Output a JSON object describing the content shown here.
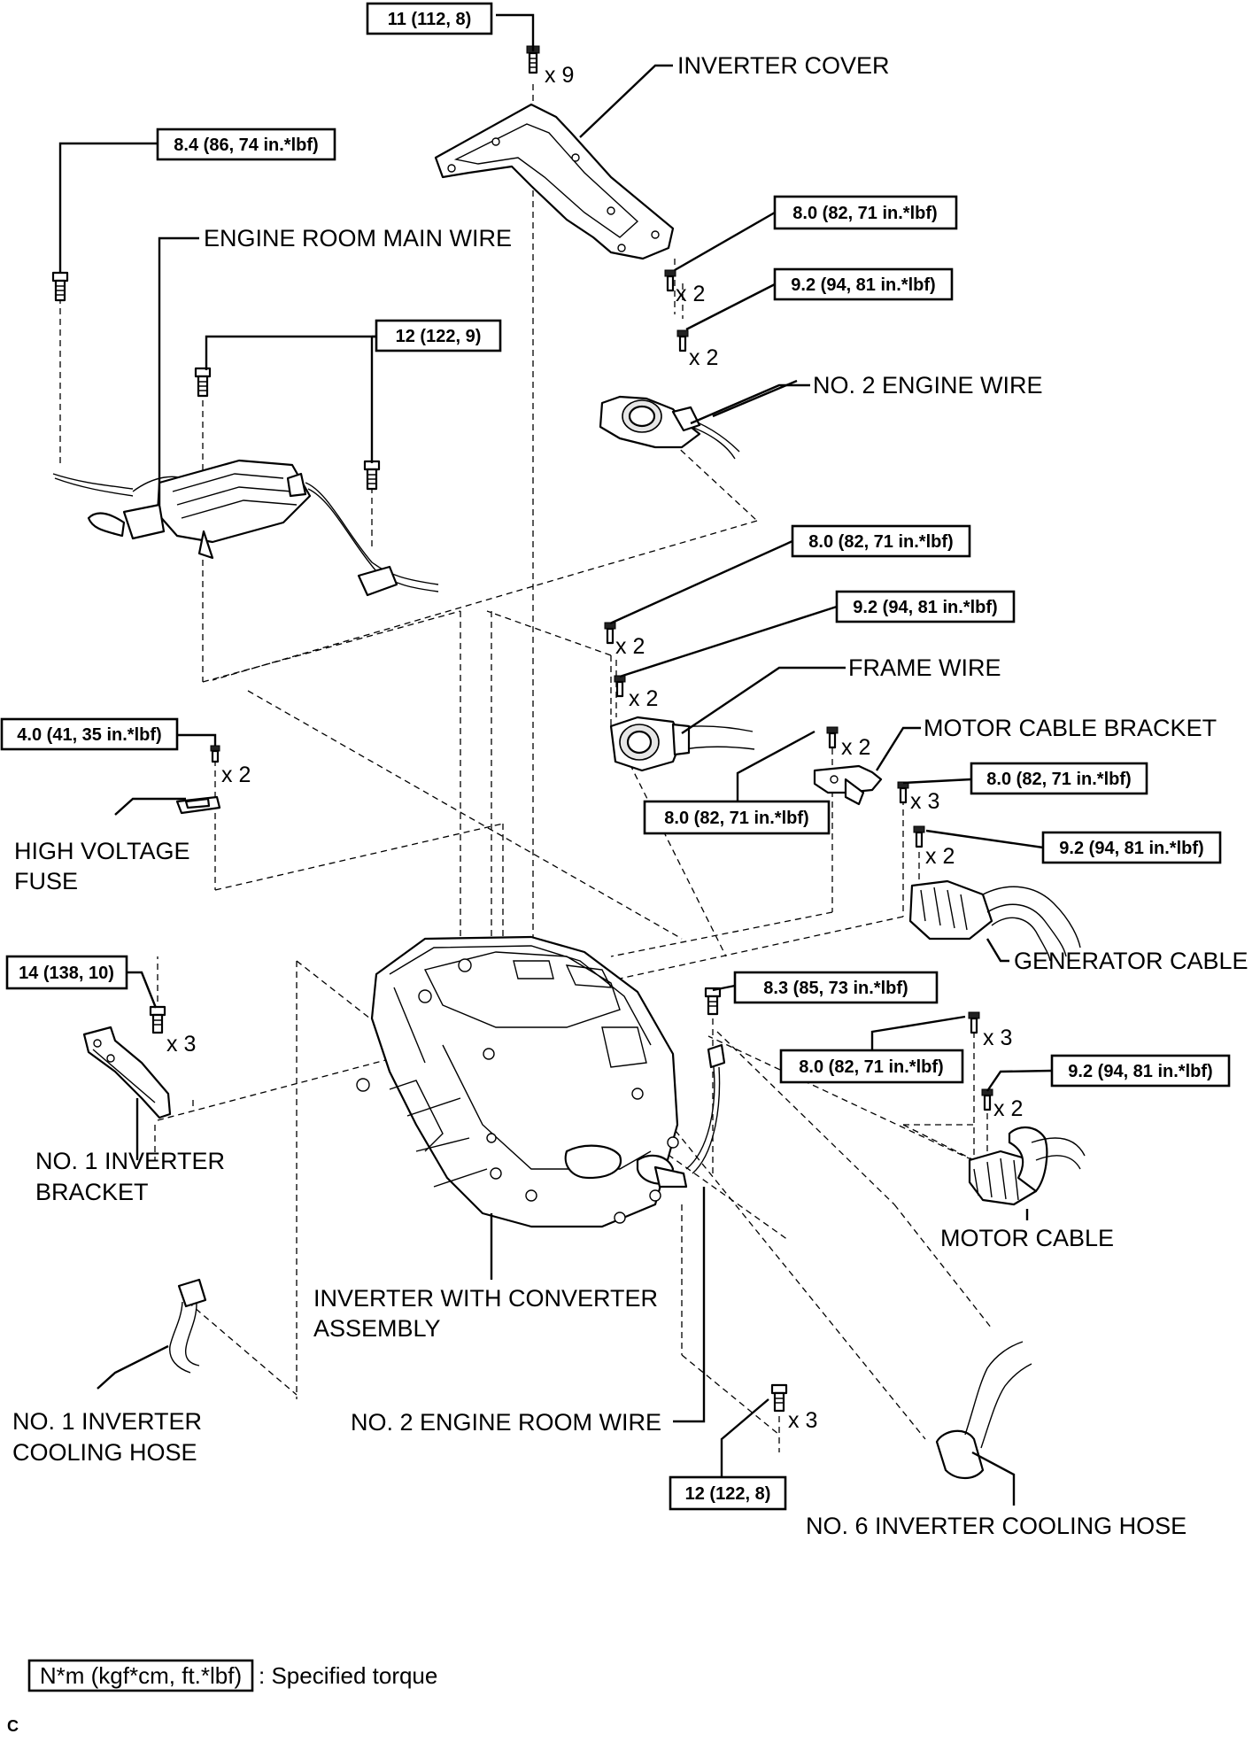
{
  "labels": {
    "inverter_cover": "INVERTER COVER",
    "engine_room_main_wire": "ENGINE ROOM MAIN WIRE",
    "no2_engine_wire": "NO. 2 ENGINE WIRE",
    "frame_wire": "FRAME WIRE",
    "motor_cable_bracket": "MOTOR CABLE BRACKET",
    "high_voltage_fuse_1": "HIGH VOLTAGE",
    "high_voltage_fuse_2": "FUSE",
    "generator_cable": "GENERATOR CABLE",
    "no1_inverter_bracket_1": "NO. 1 INVERTER",
    "no1_inverter_bracket_2": "BRACKET",
    "motor_cable": "MOTOR CABLE",
    "inverter_assembly_1": "INVERTER WITH CONVERTER",
    "inverter_assembly_2": "ASSEMBLY",
    "no1_cooling_hose_1": "NO. 1 INVERTER",
    "no1_cooling_hose_2": "COOLING HOSE",
    "no2_engine_room_wire": "NO. 2 ENGINE ROOM WIRE",
    "no6_cooling_hose": "NO. 6 INVERTER COOLING HOSE"
  },
  "torques": {
    "t_cover": "11 (112, 8)",
    "t_main_wire_top": "8.4 (86, 74 in.*lbf)",
    "t_no2_engine_a": "8.0 (82, 71 in.*lbf)",
    "t_no2_engine_b": "9.2 (94, 81 in.*lbf)",
    "t_main_wire_mid": "12 (122, 9)",
    "t_frame_a": "8.0 (82, 71 in.*lbf)",
    "t_frame_b": "9.2 (94, 81 in.*lbf)",
    "t_fuse": "4.0 (41, 35 in.*lbf)",
    "t_motor_bracket": "8.0 (82, 71 in.*lbf)",
    "t_gen_a": "8.0 (82, 71 in.*lbf)",
    "t_gen_b": "9.2 (94, 81 in.*lbf)",
    "t_inv_bracket": "14 (138, 10)",
    "t_engine_room_wire": "8.3 (85, 73 in.*lbf)",
    "t_motor_a": "8.0 (82, 71 in.*lbf)",
    "t_motor_b": "9.2 (94, 81 in.*lbf)",
    "t_bottom": "12 (122, 8)"
  },
  "counts": {
    "c_cover": "x 9",
    "c_no2_engine_a": "x 2",
    "c_no2_engine_b": "x 2",
    "c_frame_a": "x 2",
    "c_frame_b": "x 2",
    "c_fuse": "x 2",
    "c_motor_bracket": "x 2",
    "c_gen_a": "x 3",
    "c_gen_b": "x 2",
    "c_inv_bracket": "x 3",
    "c_motor_a": "x 3",
    "c_motor_b": "x 2",
    "c_bottom": "x 3"
  },
  "legend": {
    "unit_box": "N*m (kgf*cm, ft.*lbf)",
    "description": ": Specified torque"
  },
  "corner_code": "C"
}
